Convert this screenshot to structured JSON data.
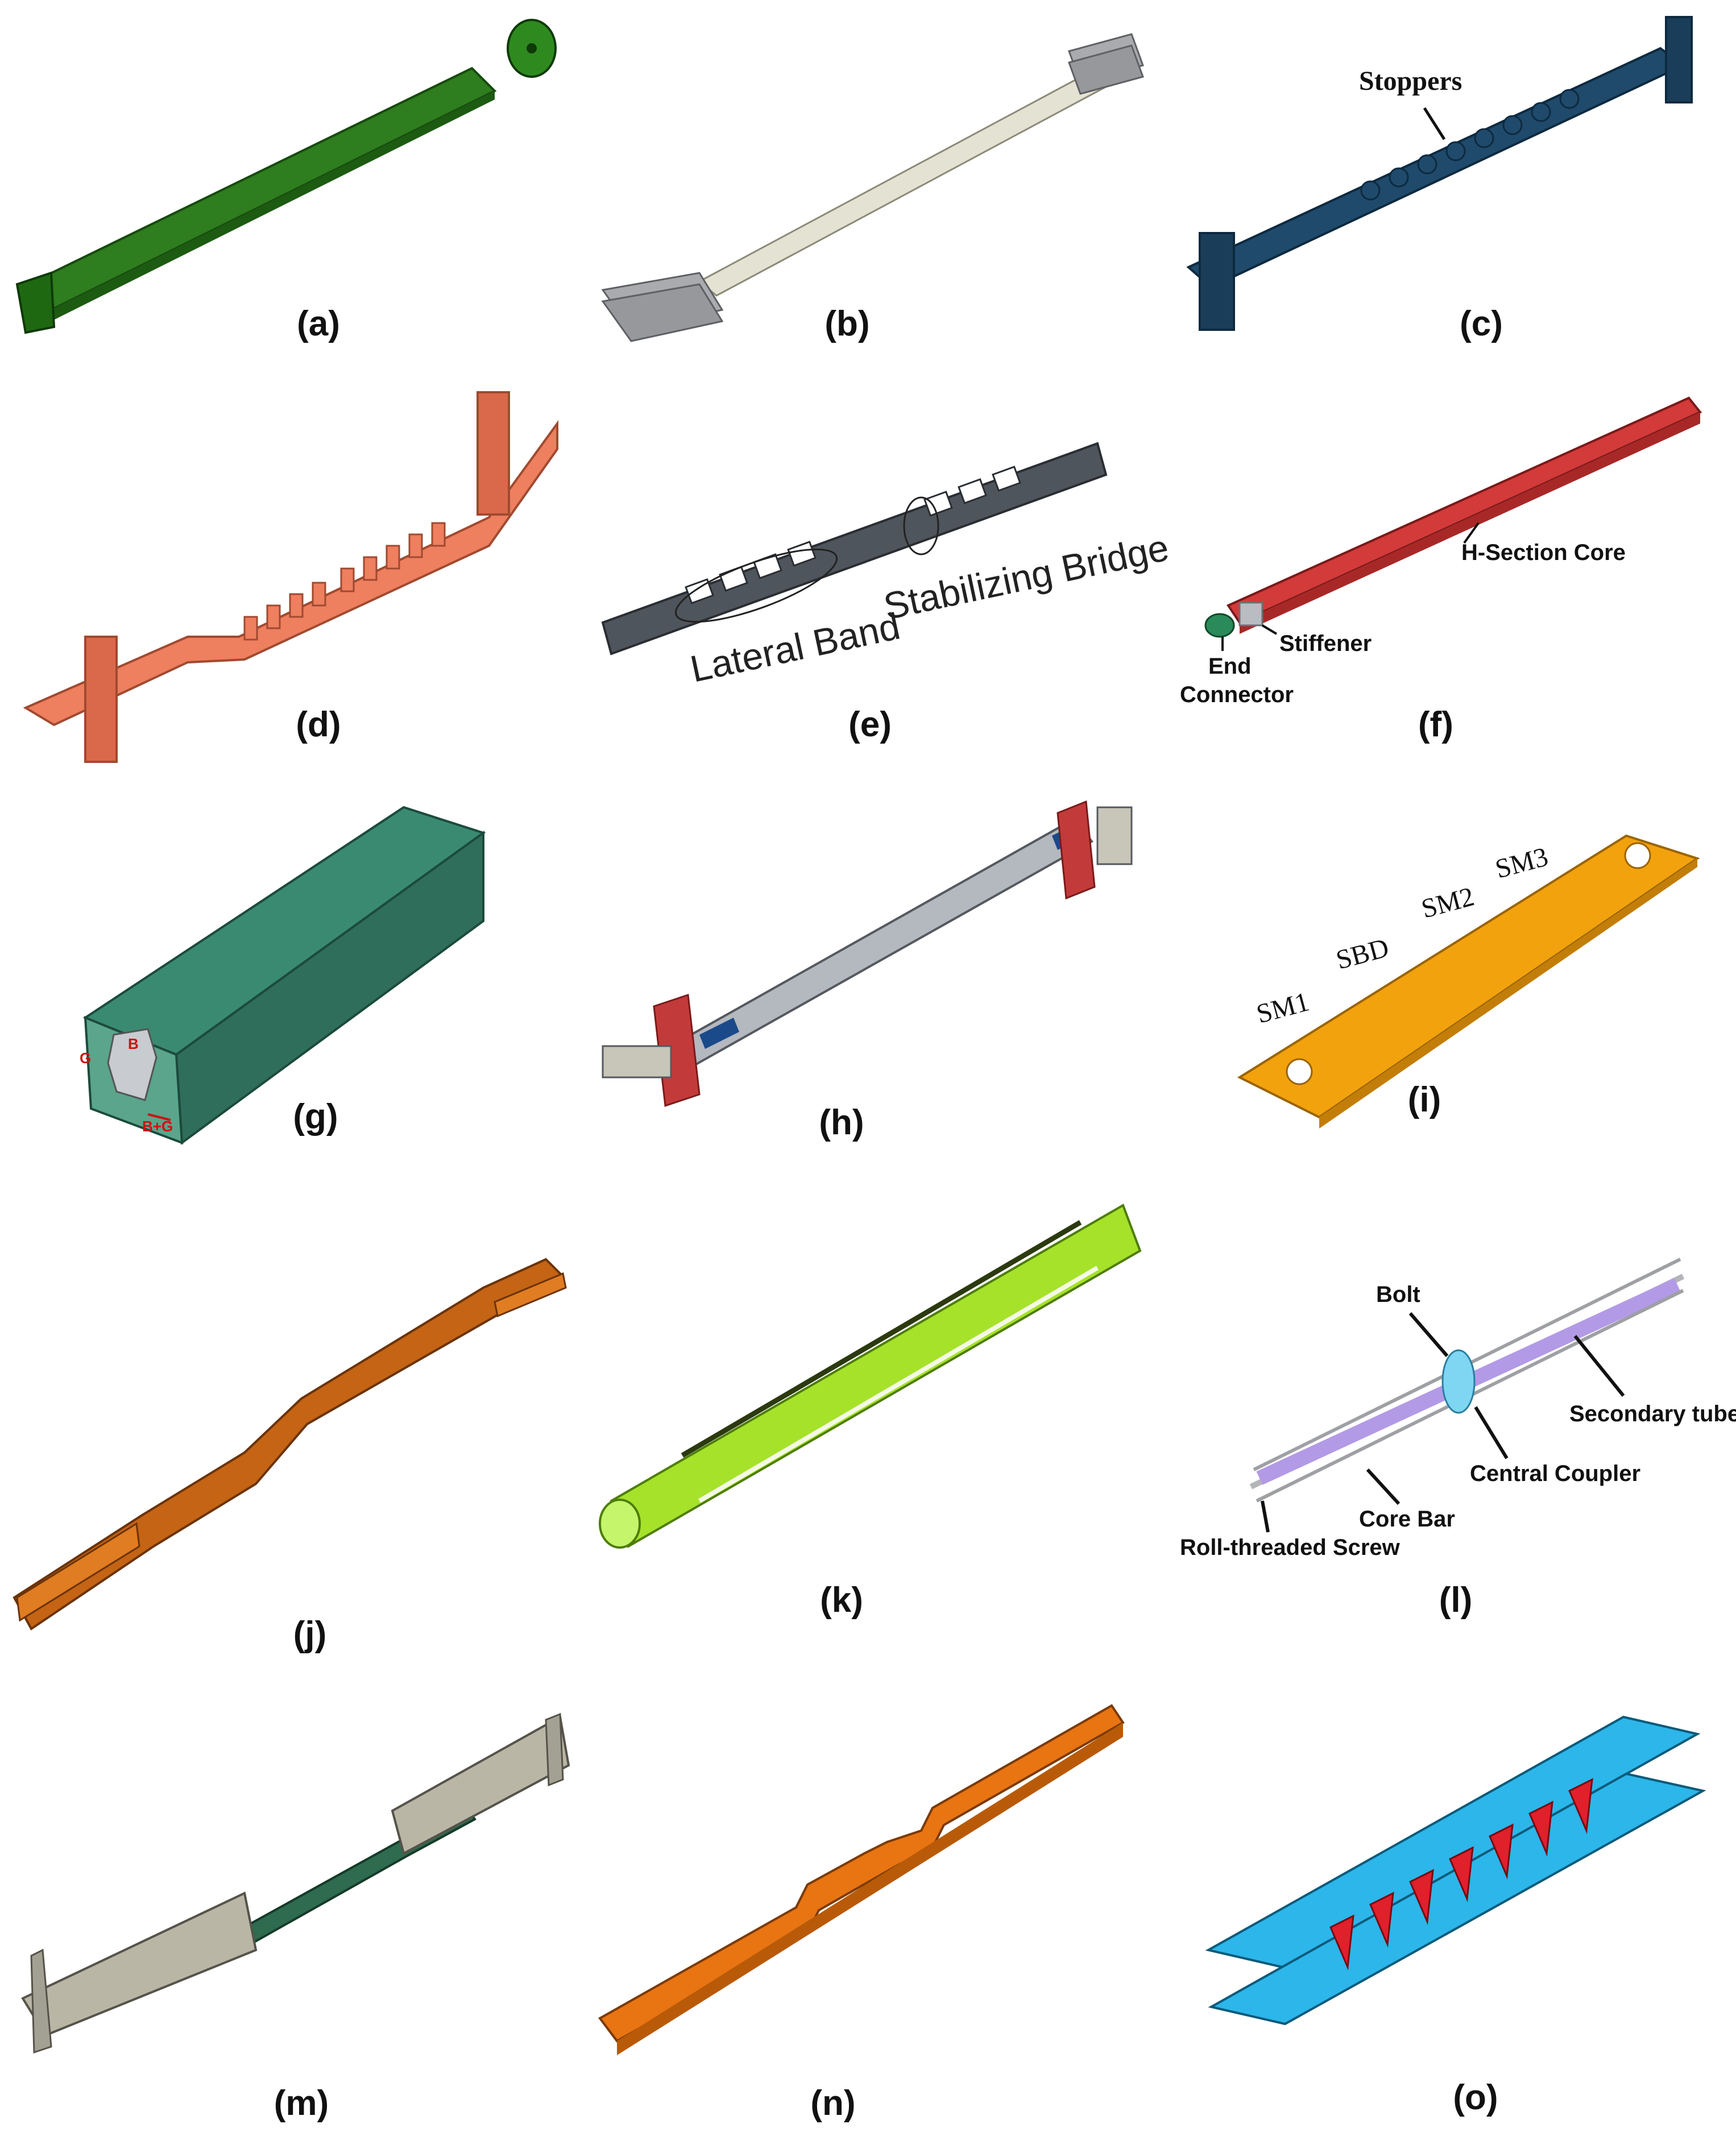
{
  "panels": [
    {
      "id": "a",
      "caption": "(a)",
      "color": "#2e7d1e",
      "labels": []
    },
    {
      "id": "b",
      "caption": "(b)",
      "color": "#e4e2d2",
      "labels": []
    },
    {
      "id": "c",
      "caption": "(c)",
      "color": "#1f4a6b",
      "labels": [
        "Stoppers"
      ]
    },
    {
      "id": "d",
      "caption": "(d)",
      "color": "#ee7f5f",
      "labels": []
    },
    {
      "id": "e",
      "caption": "(e)",
      "color": "#4f555c",
      "labels": [
        "Lateral Band",
        "Stabilizing Bridge"
      ]
    },
    {
      "id": "f",
      "caption": "(f)",
      "color": "#d33a3a",
      "labels": [
        "H-Section Core",
        "Stiffener",
        "End",
        "Connector"
      ]
    },
    {
      "id": "g",
      "caption": "(g)",
      "color": "#2f6e5a",
      "labels": [
        "G",
        "B",
        "B+G"
      ]
    },
    {
      "id": "h",
      "caption": "(h)",
      "color": "#b4b8bf",
      "labels": []
    },
    {
      "id": "i",
      "caption": "(i)",
      "color": "#f2a20c",
      "labels": [
        "SM1",
        "SBD",
        "SM2",
        "SM3"
      ]
    },
    {
      "id": "j",
      "caption": "(j)",
      "color": "#c46414",
      "labels": []
    },
    {
      "id": "k",
      "caption": "(k)",
      "color": "#a6e22a",
      "labels": []
    },
    {
      "id": "l",
      "caption": "(l)",
      "color": "#b29ae6",
      "labels": [
        "Bolt",
        "Secondary tube",
        "Central Coupler",
        "Core Bar",
        "Roll-threaded Screw"
      ]
    },
    {
      "id": "m",
      "caption": "(m)",
      "color": "#2e6b4f",
      "labels": []
    },
    {
      "id": "n",
      "caption": "(n)",
      "color": "#e87412",
      "labels": []
    },
    {
      "id": "o",
      "caption": "(o)",
      "color": "#2cb6ea",
      "labels": []
    }
  ]
}
